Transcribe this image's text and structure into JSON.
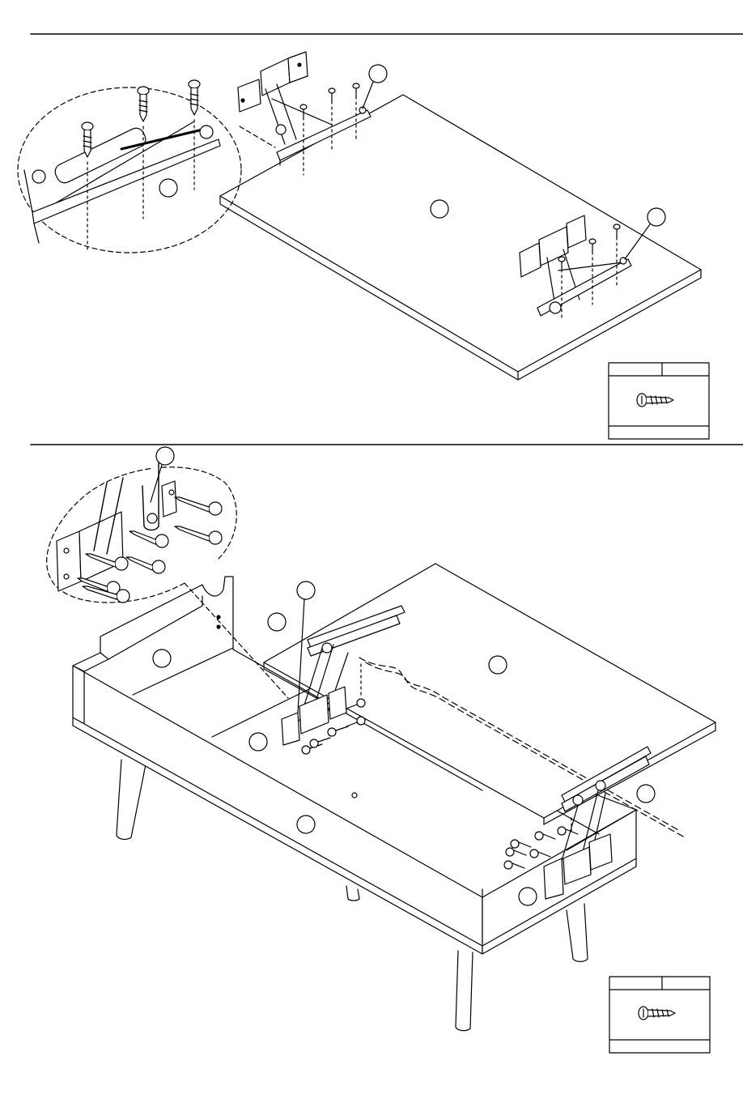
{
  "step1": {
    "callouts": [
      {
        "id": "c1",
        "label": ""
      },
      {
        "id": "c2",
        "label": ""
      },
      {
        "id": "c3",
        "label": ""
      },
      {
        "id": "c4",
        "label": ""
      }
    ],
    "hardware_box": {
      "qty": "",
      "code": "",
      "footer": ""
    }
  },
  "step2": {
    "callouts": [
      {
        "id": "d1",
        "label": ""
      },
      {
        "id": "d2",
        "label": ""
      },
      {
        "id": "d3",
        "label": ""
      },
      {
        "id": "d4",
        "label": ""
      },
      {
        "id": "d5",
        "label": ""
      },
      {
        "id": "d6",
        "label": ""
      },
      {
        "id": "d7",
        "label": ""
      },
      {
        "id": "d8",
        "label": ""
      },
      {
        "id": "d9",
        "label": ""
      }
    ],
    "hardware_box": {
      "qty": "",
      "code": "",
      "footer": ""
    }
  },
  "colors": {
    "line": "#000000",
    "background": "#ffffff"
  }
}
